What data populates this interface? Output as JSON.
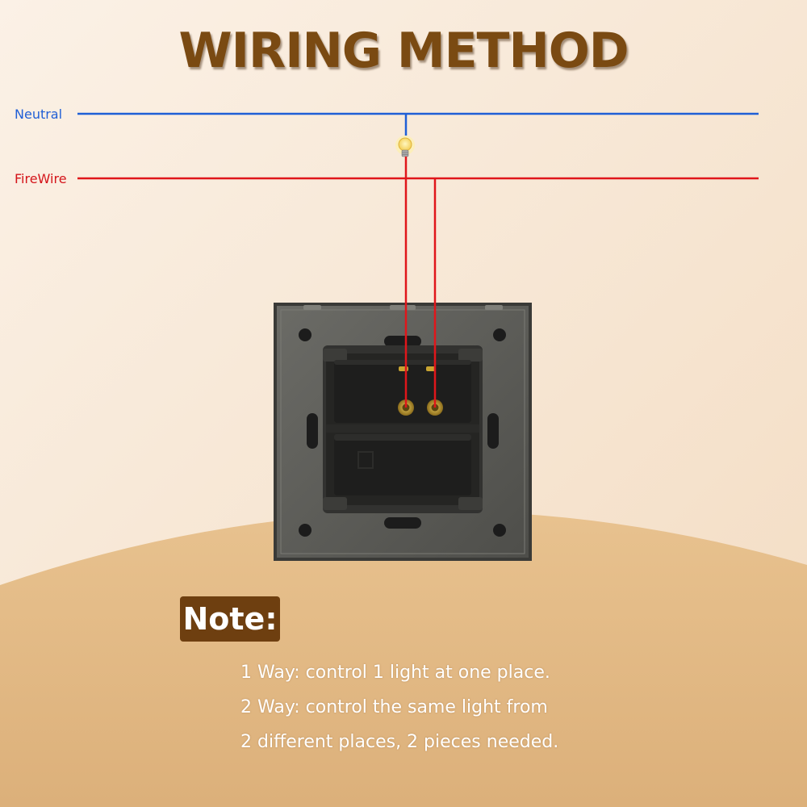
{
  "title": "WIRING METHOD",
  "wires": {
    "neutral_label": "Neutral",
    "firewire_label": "FireWire",
    "neutral_color": "#1f5fd6",
    "firewire_color": "#e0161b"
  },
  "icons": [
    "light-bulb-icon"
  ],
  "note": {
    "label": "Note:",
    "lines": [
      "1 Way: control 1 light at one place.",
      "2 Way: control the same light from",
      "2 different places, 2 pieces needed."
    ]
  },
  "colors": {
    "title": "#7a4a12",
    "note_badge": "#6e3f10",
    "switch_body": "#2a2a2a",
    "terminal": "#c8a431"
  }
}
